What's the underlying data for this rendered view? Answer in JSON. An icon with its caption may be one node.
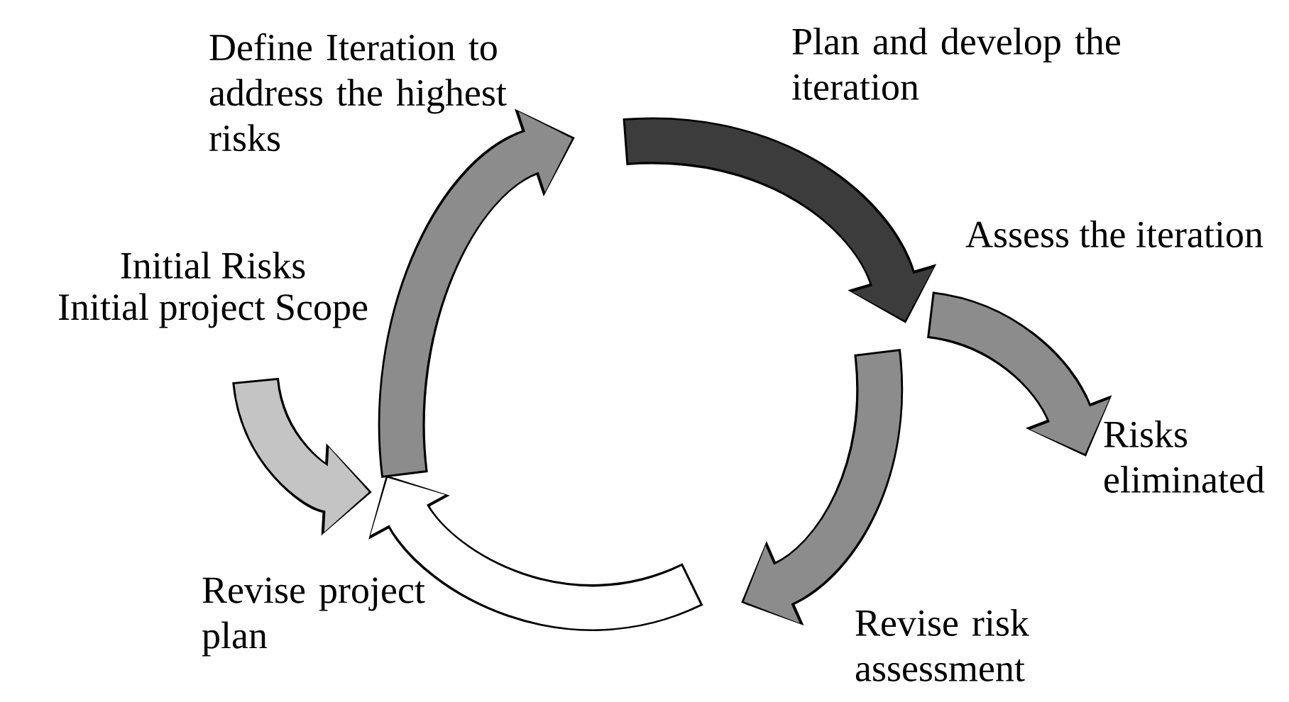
{
  "diagram": {
    "nodes": [
      {
        "text": [],
        "shape": "arrow",
        "beside": [
          "Define Iteration to address the highest risks"
        ]
      },
      {
        "text": [],
        "shape": "arrow",
        "beside": [
          "Plan and develop the iteration"
        ]
      },
      {
        "text": [],
        "shape": "arrow",
        "beside": [
          "Assess the iteration",
          "Risks eliminated"
        ]
      },
      {
        "text": [],
        "shape": "arrow",
        "beside": [
          "Initial Risks",
          "Initial project Scope"
        ]
      },
      {
        "text": [],
        "shape": "arrow",
        "beside": [
          "Revise risk assessment"
        ]
      },
      {
        "text": [],
        "shape": "arrow",
        "beside": [
          "Revise project plan"
        ]
      }
    ]
  }
}
